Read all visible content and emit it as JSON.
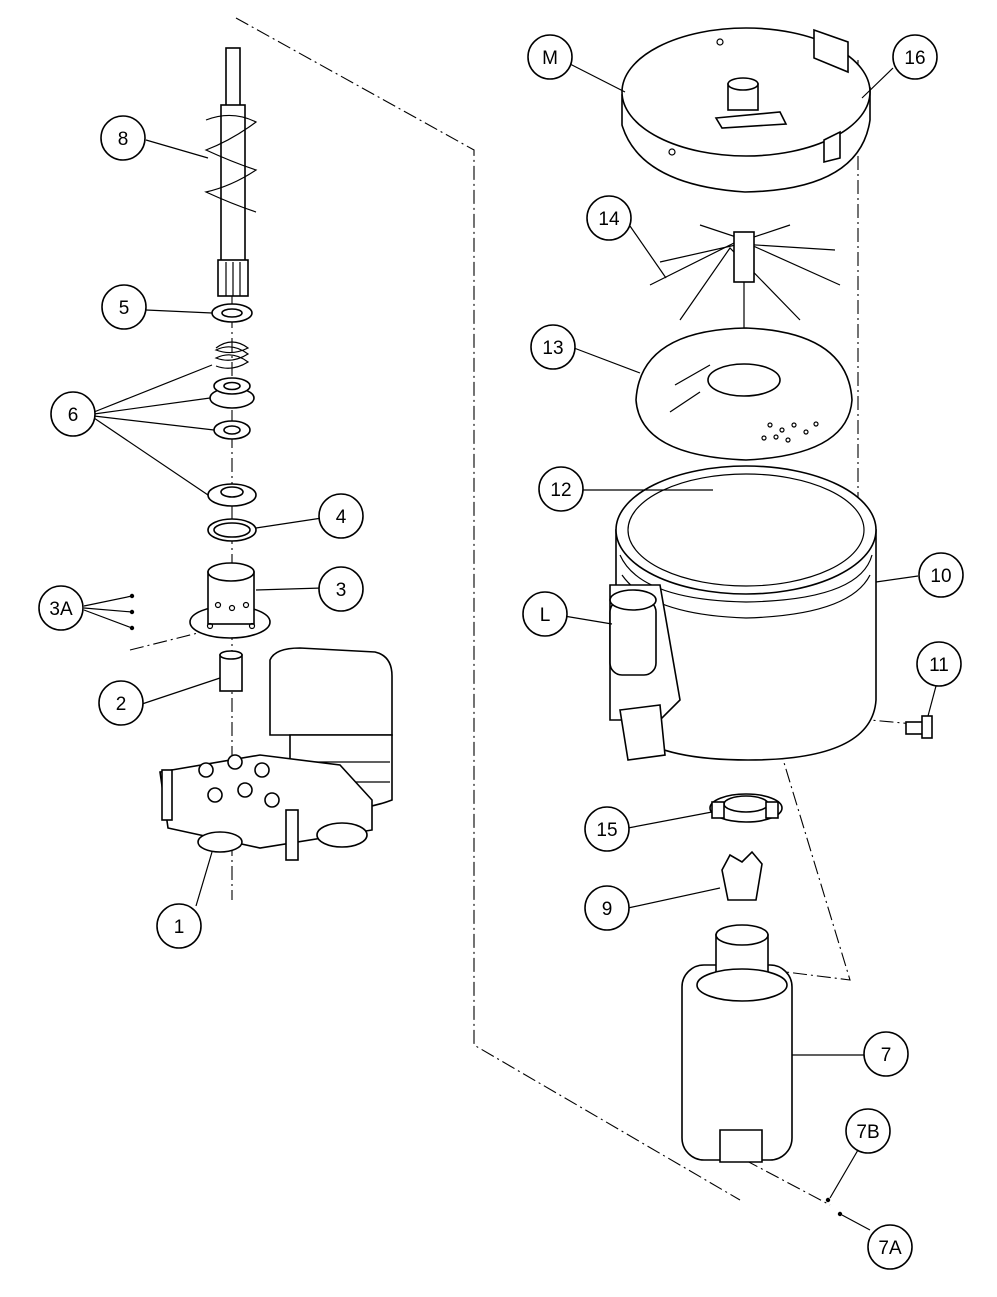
{
  "colors": {
    "ink": "#000000",
    "paper": "#ffffff"
  },
  "callouts": [
    {
      "id": "M",
      "label": "M"
    },
    {
      "id": "16",
      "label": "16"
    },
    {
      "id": "8",
      "label": "8"
    },
    {
      "id": "14",
      "label": "14"
    },
    {
      "id": "5",
      "label": "5"
    },
    {
      "id": "13",
      "label": "13"
    },
    {
      "id": "6",
      "label": "6"
    },
    {
      "id": "12",
      "label": "12"
    },
    {
      "id": "4",
      "label": "4"
    },
    {
      "id": "3",
      "label": "3"
    },
    {
      "id": "3A",
      "label": "3A"
    },
    {
      "id": "10",
      "label": "10"
    },
    {
      "id": "L",
      "label": "L"
    },
    {
      "id": "11",
      "label": "11"
    },
    {
      "id": "2",
      "label": "2"
    },
    {
      "id": "15",
      "label": "15"
    },
    {
      "id": "9",
      "label": "9"
    },
    {
      "id": "1",
      "label": "1"
    },
    {
      "id": "7",
      "label": "7"
    },
    {
      "id": "7B",
      "label": "7B"
    },
    {
      "id": "7A",
      "label": "7A"
    }
  ]
}
